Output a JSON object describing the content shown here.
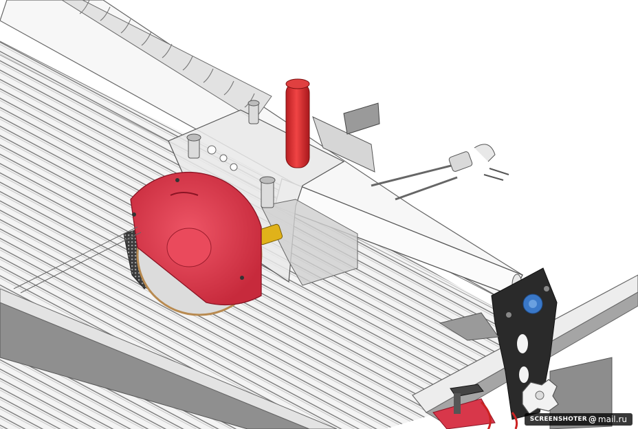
{
  "scene": {
    "subject": "tile-saw-cad-model",
    "colors": {
      "background": "#ffffff",
      "blade_guard": "#d8374a",
      "handle": "#dd2f2f",
      "frame_grey": "#8c8c8c",
      "brass_fitting": "#e0b21a",
      "knob_blue": "#3a78c8",
      "knob_white": "#f2f2f2",
      "line": "#555555"
    }
  },
  "watermark": {
    "brand": "SCREENSHOTER",
    "at": "@",
    "domain": "mail.ru"
  }
}
